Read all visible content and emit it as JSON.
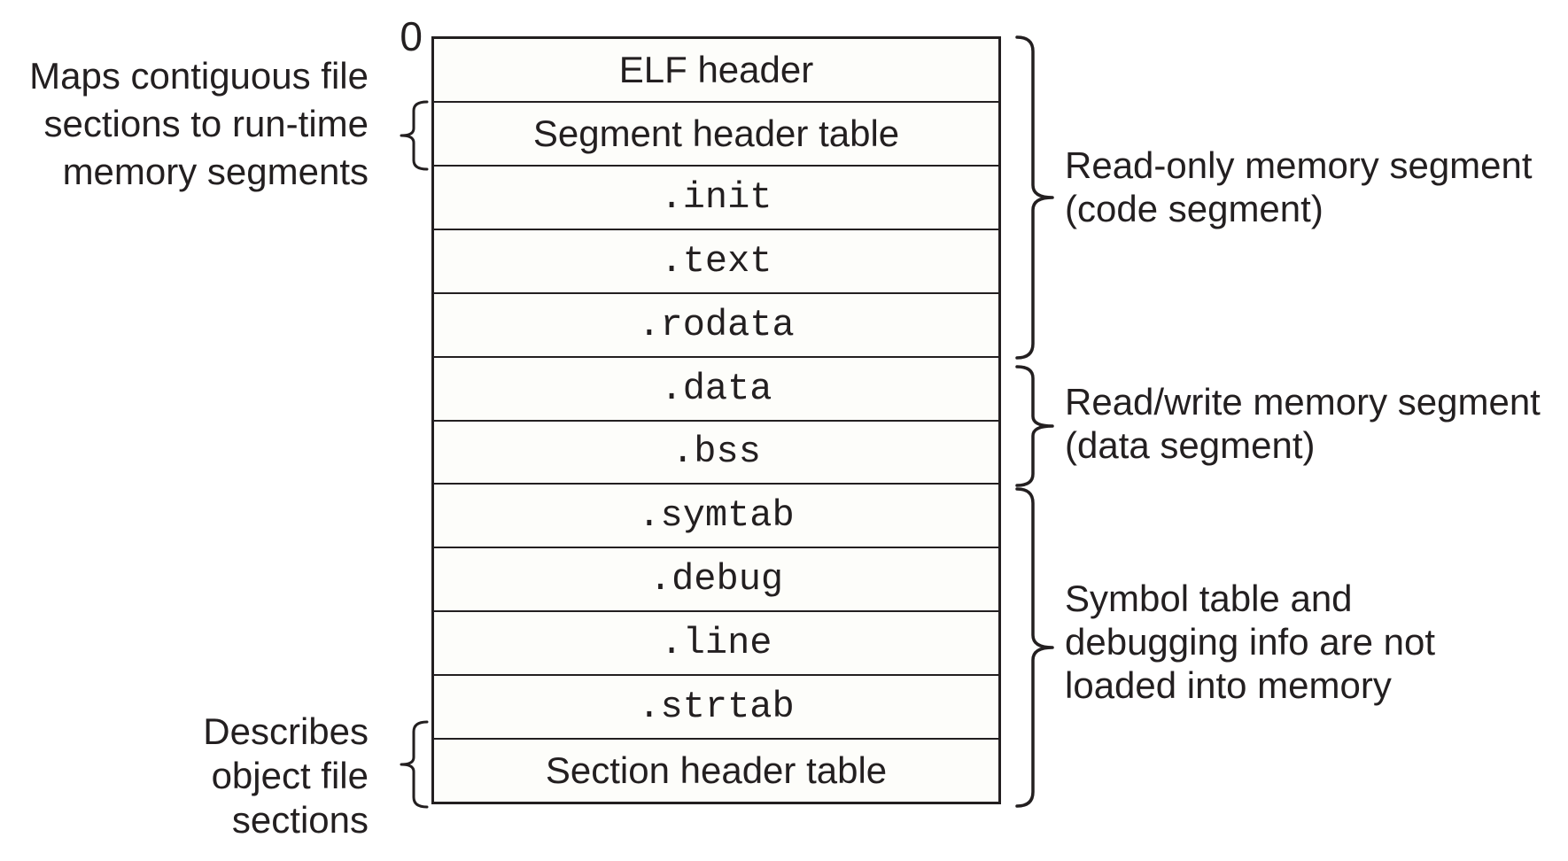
{
  "figure": {
    "origin_label": "0",
    "colors": {
      "ink": "#231f20",
      "background": "#ffffff",
      "row_fill": "#fdfdfa"
    },
    "rows": [
      {
        "label": "ELF header",
        "font": "sans"
      },
      {
        "label": "Segment header table",
        "font": "sans"
      },
      {
        "label": ".init",
        "font": "mono"
      },
      {
        "label": ".text",
        "font": "mono"
      },
      {
        "label": ".rodata",
        "font": "mono"
      },
      {
        "label": ".data",
        "font": "mono"
      },
      {
        "label": ".bss",
        "font": "mono"
      },
      {
        "label": ".symtab",
        "font": "mono"
      },
      {
        "label": ".debug",
        "font": "mono"
      },
      {
        "label": ".line",
        "font": "mono"
      },
      {
        "label": ".strtab",
        "font": "mono"
      },
      {
        "label": "Section header table",
        "font": "sans"
      }
    ],
    "left_annotations": [
      {
        "lines": [
          "Maps contiguous file",
          "sections to run-time",
          "memory segments"
        ],
        "points_to": "Segment header table"
      },
      {
        "lines": [
          "Describes",
          "object file",
          "sections"
        ],
        "points_to": "Section header table"
      }
    ],
    "right_annotations": [
      {
        "lines": [
          "Read-only memory segment",
          "(code segment)"
        ],
        "spans": "ELF header through .rodata"
      },
      {
        "lines": [
          "Read/write memory segment",
          "(data segment)"
        ],
        "spans": ".data through .bss"
      },
      {
        "lines": [
          "Symbol table and",
          "debugging info are not",
          "loaded into memory"
        ],
        "spans": ".symtab through Section header table"
      }
    ]
  }
}
